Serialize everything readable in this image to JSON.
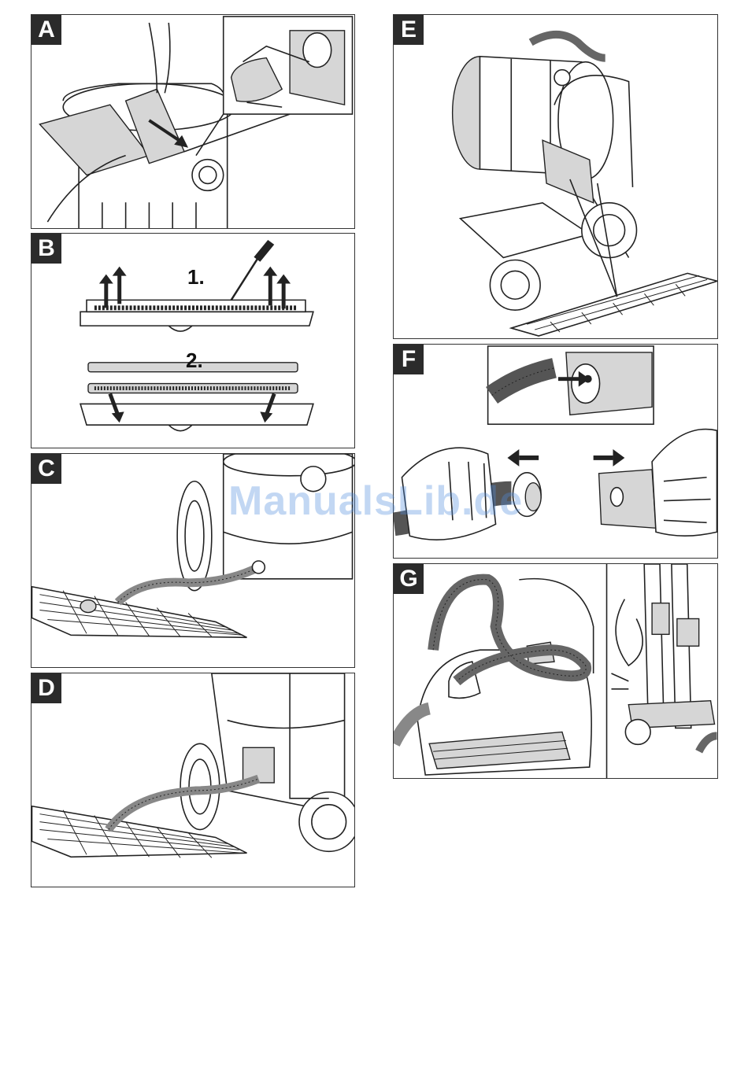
{
  "panels": {
    "a": {
      "label": "A"
    },
    "b": {
      "label": "B",
      "step1": "1.",
      "step2": "2."
    },
    "c": {
      "label": "C"
    },
    "d": {
      "label": "D"
    },
    "e": {
      "label": "E"
    },
    "f": {
      "label": "F"
    },
    "g": {
      "label": "G"
    }
  },
  "watermark": "ManualsLib.de"
}
